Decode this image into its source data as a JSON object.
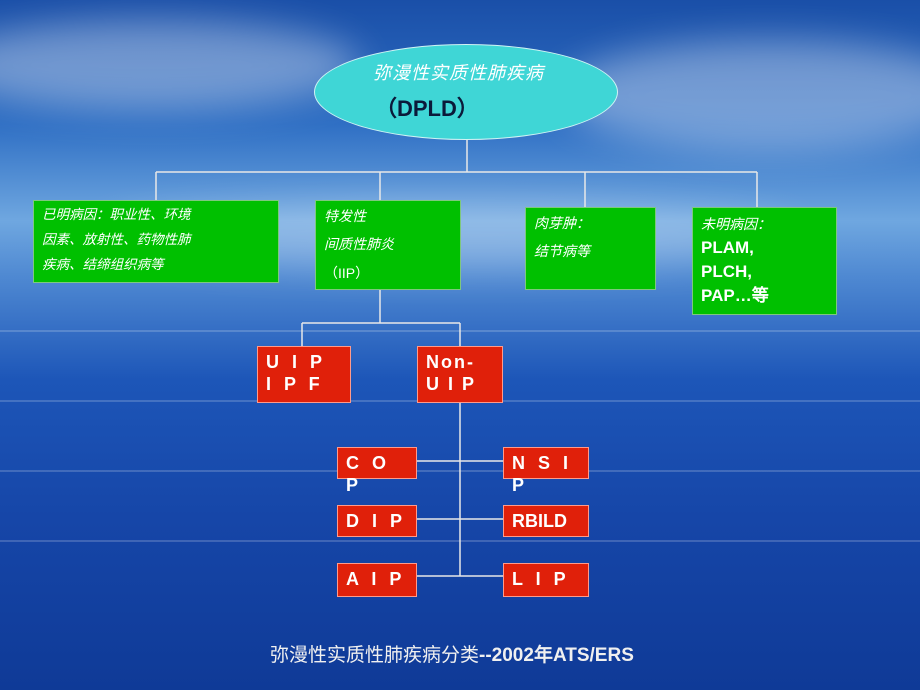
{
  "root": {
    "line1": "弥漫性实质性肺疾病",
    "line2": "（DPLD）"
  },
  "categories": [
    {
      "lines": [
        "已明病因：职业性、环境",
        "因素、放射性、药物性肺",
        "疾病、结缔组织病等"
      ]
    },
    {
      "lines": [
        "特发性",
        "间质性肺炎",
        "（IIP）"
      ]
    },
    {
      "lines": [
        "肉芽肿：",
        "结节病等"
      ]
    },
    {
      "lines": [
        "未明病因：",
        "PLAM,",
        "PLCH,",
        "PAP…等"
      ]
    }
  ],
  "iip_children": [
    {
      "lines": [
        "U I P",
        "I P F"
      ]
    },
    {
      "lines": [
        "Non-",
        "U I P"
      ]
    }
  ],
  "non_uip_left": [
    "C O P",
    "D I P",
    "A  I P"
  ],
  "non_uip_right": [
    "N S I P",
    "RBILD",
    "L I P"
  ],
  "caption": {
    "text": "弥漫性实质性肺疾病分类",
    "suffix": "--2002年ATS/ERS"
  },
  "colors": {
    "green": "#00c000",
    "red": "#e0200a",
    "cyan": "#3fd6d6"
  }
}
